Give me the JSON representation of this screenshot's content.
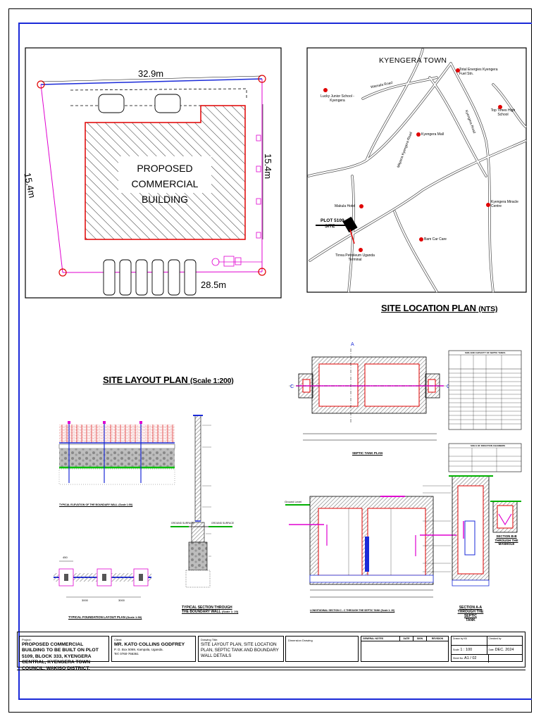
{
  "site_layout": {
    "title": "SITE LAYOUT PLAN",
    "scale": "(Scale 1:200)",
    "dim_top": "32.9m",
    "dim_bottom": "28.5m",
    "dim_left": "15.4m",
    "dim_right": "15.4m",
    "building_label_line1": "PROPOSED",
    "building_label_line2": "COMMERCIAL BUILDING"
  },
  "location_plan": {
    "title": "SITE LOCATION PLAN",
    "scale": "(NTS)",
    "town": "KYENGERA TOWN",
    "plot_label_line1": "PLOT 5109",
    "plot_label_line2": "SITE",
    "landmarks": [
      "Lucky Junior School - Kyengera",
      "Total Energies Kyengera Fuel Stn.",
      "Top Times High School",
      "Kyengera Mall",
      "Makula Hotel",
      "Kyengera Miracle Centre",
      "Bam Car Care",
      "Tirrea Petroleum Uganda Terminal"
    ],
    "roads": [
      "Wamala Road",
      "Mityana Kyengera Road",
      "Kyengera Road"
    ]
  },
  "septic": {
    "plan_caption": "SEPTIC TANK PLAN",
    "section_caption": "LONGITUDINAL SECTION C - C THROUGH THE SEPTIC TANK",
    "section_scale": "(Scale 1: 20)",
    "section_aa_line1": "SECTION A-A",
    "section_aa_line2": "THROUGH THE SEPTIC",
    "section_aa_line3": "TANK",
    "section_bb_line1": "SECTION B-B",
    "section_bb_line2": "THROUGH THE",
    "section_bb_line3": "MANHOLE",
    "ground_level": "Ground Level",
    "table1_title": "SIZE AND CAPACITY OF SEPTIC TANKS",
    "table2_title": "SOILS OF INFECTION CHAMBERS"
  },
  "wall": {
    "elevation_caption": "TYPICAL ELEVATION OF THE BOUNDARY WALL",
    "elevation_scale": "(Scale 1:50)",
    "foundation_caption": "TYPICAL FOUNDATION LAYOUT PLAN",
    "foundation_scale": "(Scale 1:50)",
    "section_caption_line1": "TYPICAL SECTION THROUGH",
    "section_caption_line2": "THE BOUNDARY WALL",
    "section_scale": "(Scale 1: 20)",
    "ground_surface": "GROUND SURFACE",
    "dim_a": "450",
    "dim_b": "3000",
    "dim_c": "3000"
  },
  "title_block": {
    "project_label": "Project:",
    "project": "PROPOSED COMMERCIAL BUILDING TO BE BUILT ON PLOT 5109, BLOCK 333, KYENGERA CENTRAL, KYENGERA TOWN COUNCIL, WAKISO DISTRICT.",
    "client_label": "Client:",
    "client_name": "MR. KATO COLLINS GODFREY",
    "client_addr": "P. O. Box 5069, Kampala, Uganda.",
    "client_tel": "Tel: 0760-766361",
    "drawing_label": "Drawing Title:",
    "drawing_title": "SITE LAYOUT PLAN, SITE LOCATION PLAN, SEPTIC TANK AND BOUNDARY WALL DETAILS",
    "dimension_label": "Dimension Drawing",
    "notes_label": "GENERAL NOTES",
    "col_date": "DATE",
    "col_sign": "SIGN",
    "col_revision": "REVISION",
    "drawn_label": "Drawn by",
    "drawn_value": "KB",
    "checked_label": "Checked by",
    "scale_label": "Scale:",
    "scale_value": "1 : 100",
    "date_label": "Date:",
    "date_value": "DEC. 2024",
    "sheet_label": "Sheet No:",
    "sheet_value": "A1 / 02"
  }
}
